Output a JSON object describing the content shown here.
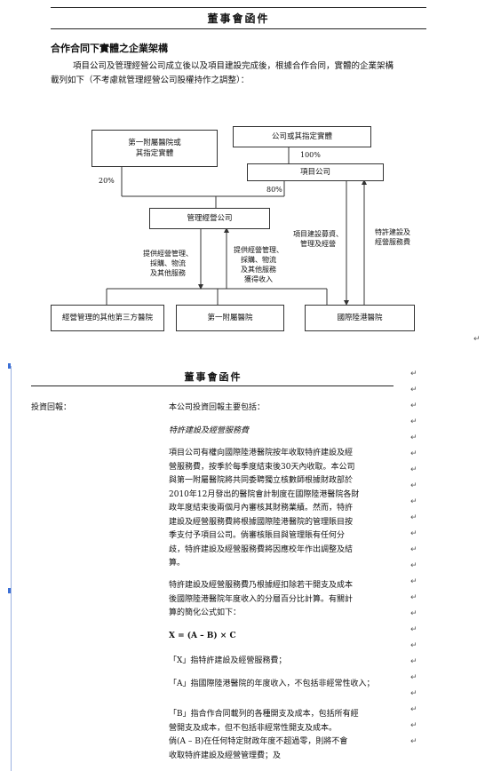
{
  "page1": {
    "header_title": "董事會函件",
    "section_title": "合作合同下實體之企業架構",
    "intro_line1": "項目公司及管理經營公司成立後以及項目建設完成後，根據合作合同，實體的企業架構",
    "intro_line2": "載列如下（不考慮就管理經營公司股權持作之調整）：",
    "diagram": {
      "box_hospital1": "第一附屬醫院或\n其指定實體",
      "box_company": "公司或其指定實體",
      "box_project": "項目公司",
      "box_mgmt": "管理經營公司",
      "box_third": "經營管理的其他第三方醫院",
      "box_first": "第一附屬醫院",
      "box_intl": "國際陸港醫院",
      "pct_20": "20%",
      "pct_80": "80%",
      "pct_100": "100%",
      "lbl_provide1": "提供經營管理、\n採購、物流\n及其他服務",
      "lbl_provide2": "提供經營管理、\n採購、物流\n及其他服務\n獲得收入",
      "lbl_build": "項目建設募資、\n管理及經營",
      "lbl_fee": "特許建設及\n經營服務費"
    }
  },
  "page2": {
    "header_title": "董事會函件",
    "left_label": "投資回報：",
    "intro": "本公司投資回報主要包括：",
    "subhead": "特許建設及經營服務費",
    "p1": [
      "項目公司有權向國際陸港醫院按年收取特許建設及經",
      "營服務費，按季於每季度結束後30天內收取。本公司",
      "與第一附屬醫院將共同委聘獨立核數師根據財政部於",
      "2010年12月發出的醫院會計制度在國際陸港醫院各財",
      "政年度結束後兩個月內審核其財務業績。然而，特許",
      "建設及經營服務費將根據國際陸港醫院的管理賬目按",
      "季支付予項目公司。倘審核賬目與管理賬有任何分",
      "歧，特許建設及經營服務費將因應校年作出調整及結",
      "算。"
    ],
    "p2": [
      "特許建設及經營服務費乃根據經扣除若干開支及成本",
      "後國際陸港醫院年度收入的分層百分比計算。有關計",
      "算的簡化公式如下："
    ],
    "formula": "X = (A – B) × C",
    "def_x": "「X」指特許建設及經營服務費；",
    "def_a": "「A」指國際陸港醫院的年度收入，不包括非經常性收入；",
    "p3": [
      "「B」指合作合同載列的各種開支及成本，包括所有經",
      "營開支及成本，但不包括非經常性開支及成本。",
      "倘(A – B)在任何特定財政年度不超過零，則將不會",
      "收取特許建設及經營管理費；及"
    ],
    "return_mark": "↵"
  }
}
